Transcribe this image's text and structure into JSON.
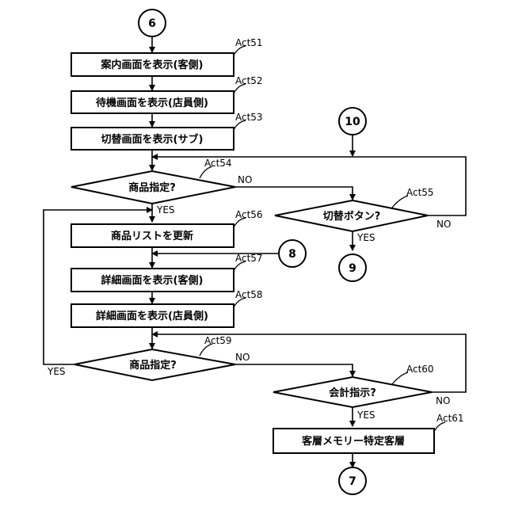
{
  "flowchart": {
    "connectors": {
      "c6": "6",
      "c10": "10",
      "c8": "8",
      "c9": "9",
      "c7": "7"
    },
    "steps": {
      "act51": {
        "act": "Act51",
        "text": "案内画面を表示(客側)"
      },
      "act52": {
        "act": "Act52",
        "text": "待機画面を表示(店員側)"
      },
      "act53": {
        "act": "Act53",
        "text": "切替画面を表示(サブ)"
      },
      "act54": {
        "act": "Act54",
        "text": "商品指定?"
      },
      "act55": {
        "act": "Act55",
        "text": "切替ボタン?"
      },
      "act56": {
        "act": "Act56",
        "text": "商品リストを更新"
      },
      "act57": {
        "act": "Act57",
        "text": "詳細画面を表示(客側)"
      },
      "act58": {
        "act": "Act58",
        "text": "詳細画面を表示(店員側)"
      },
      "act59": {
        "act": "Act59",
        "text": "商品指定?"
      },
      "act60": {
        "act": "Act60",
        "text": "会計指示?"
      },
      "act61": {
        "act": "Act61",
        "text": "客層メモリー特定客層"
      }
    },
    "labels": {
      "act54_no": "NO",
      "act54_yes": "YES",
      "act55_yes": "YES",
      "act55_no": "NO",
      "act59_no": "NO",
      "act59_yes": "YES",
      "act60_yes": "YES",
      "act60_no": "NO"
    }
  }
}
